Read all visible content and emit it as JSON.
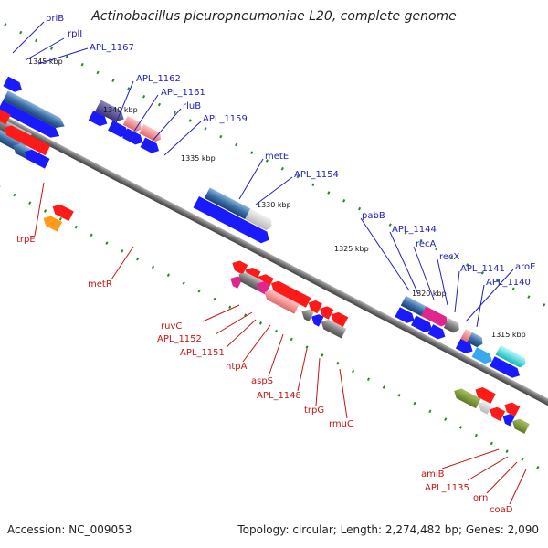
{
  "title": "Actinobacillus pleuropneumoniae L20, complete genome",
  "footer": {
    "accession": "Accession: NC_009053",
    "stats": "Topology: circular; Length: 2,274,482 bp; Genes: 2,090"
  },
  "ticks": [
    "1345 kbp",
    "1340 kbp",
    "1335 kbp",
    "1330 kbp",
    "1325 kbp",
    "1320 kbp",
    "1315 kbp"
  ],
  "top_labels": [
    "priB",
    "rplI",
    "APL_1167",
    "APL_1162",
    "APL_1161",
    "rluB",
    "APL_1159",
    "metE",
    "APL_1154",
    "pabB",
    "APL_1144",
    "recA",
    "recX",
    "APL_1141",
    "aroE",
    "APL_1140"
  ],
  "bottom_labels": [
    "trpE",
    "metR",
    "ruvC",
    "APL_1152",
    "APL_1151",
    "ntpA",
    "aspS",
    "APL_1148",
    "trpG",
    "rmuC",
    "amiB",
    "APL_1135",
    "orn",
    "coaD"
  ],
  "colors": {
    "forward": "#1a1aff",
    "reverse": "#ff1a1a",
    "top_label": "#2020c0",
    "bottom_label": "#c81414",
    "tick": "#228b22",
    "backbone": "#7a7a7a"
  }
}
